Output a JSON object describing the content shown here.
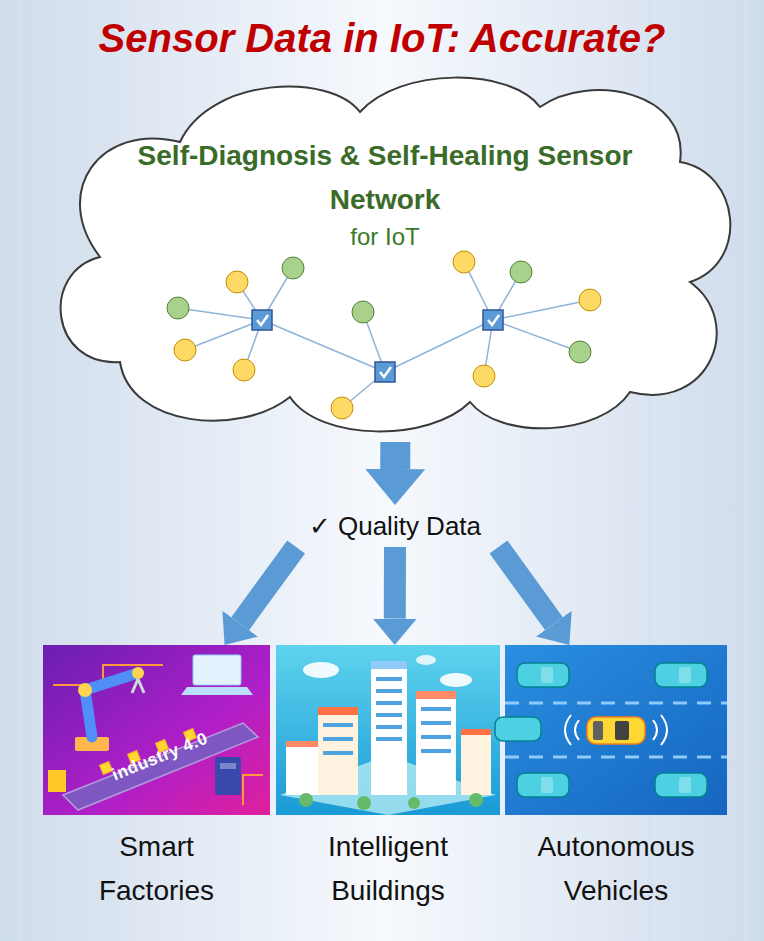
{
  "diagram": {
    "title": "Sensor Data in IoT: Accurate?",
    "nodes": [
      {
        "text": [
          "Self-Diagnosis & Self-Healing Sensor Network",
          "for IoT"
        ]
      },
      {
        "text": [
          "✓ Quality Data"
        ]
      },
      {
        "text": [
          "Smart Factories"
        ]
      },
      {
        "text": [
          "Intelligent Buildings"
        ]
      },
      {
        "text": [
          "Autonomous Vehicles"
        ]
      }
    ],
    "edges": [
      {
        "from": 0,
        "to": 1,
        "arrow": "to"
      },
      {
        "from": 1,
        "to": 2,
        "arrow": "to"
      },
      {
        "from": 1,
        "to": 3,
        "arrow": "to"
      },
      {
        "from": 1,
        "to": 4,
        "arrow": "to"
      }
    ],
    "labels": [
      "industry 4.0"
    ]
  }
}
